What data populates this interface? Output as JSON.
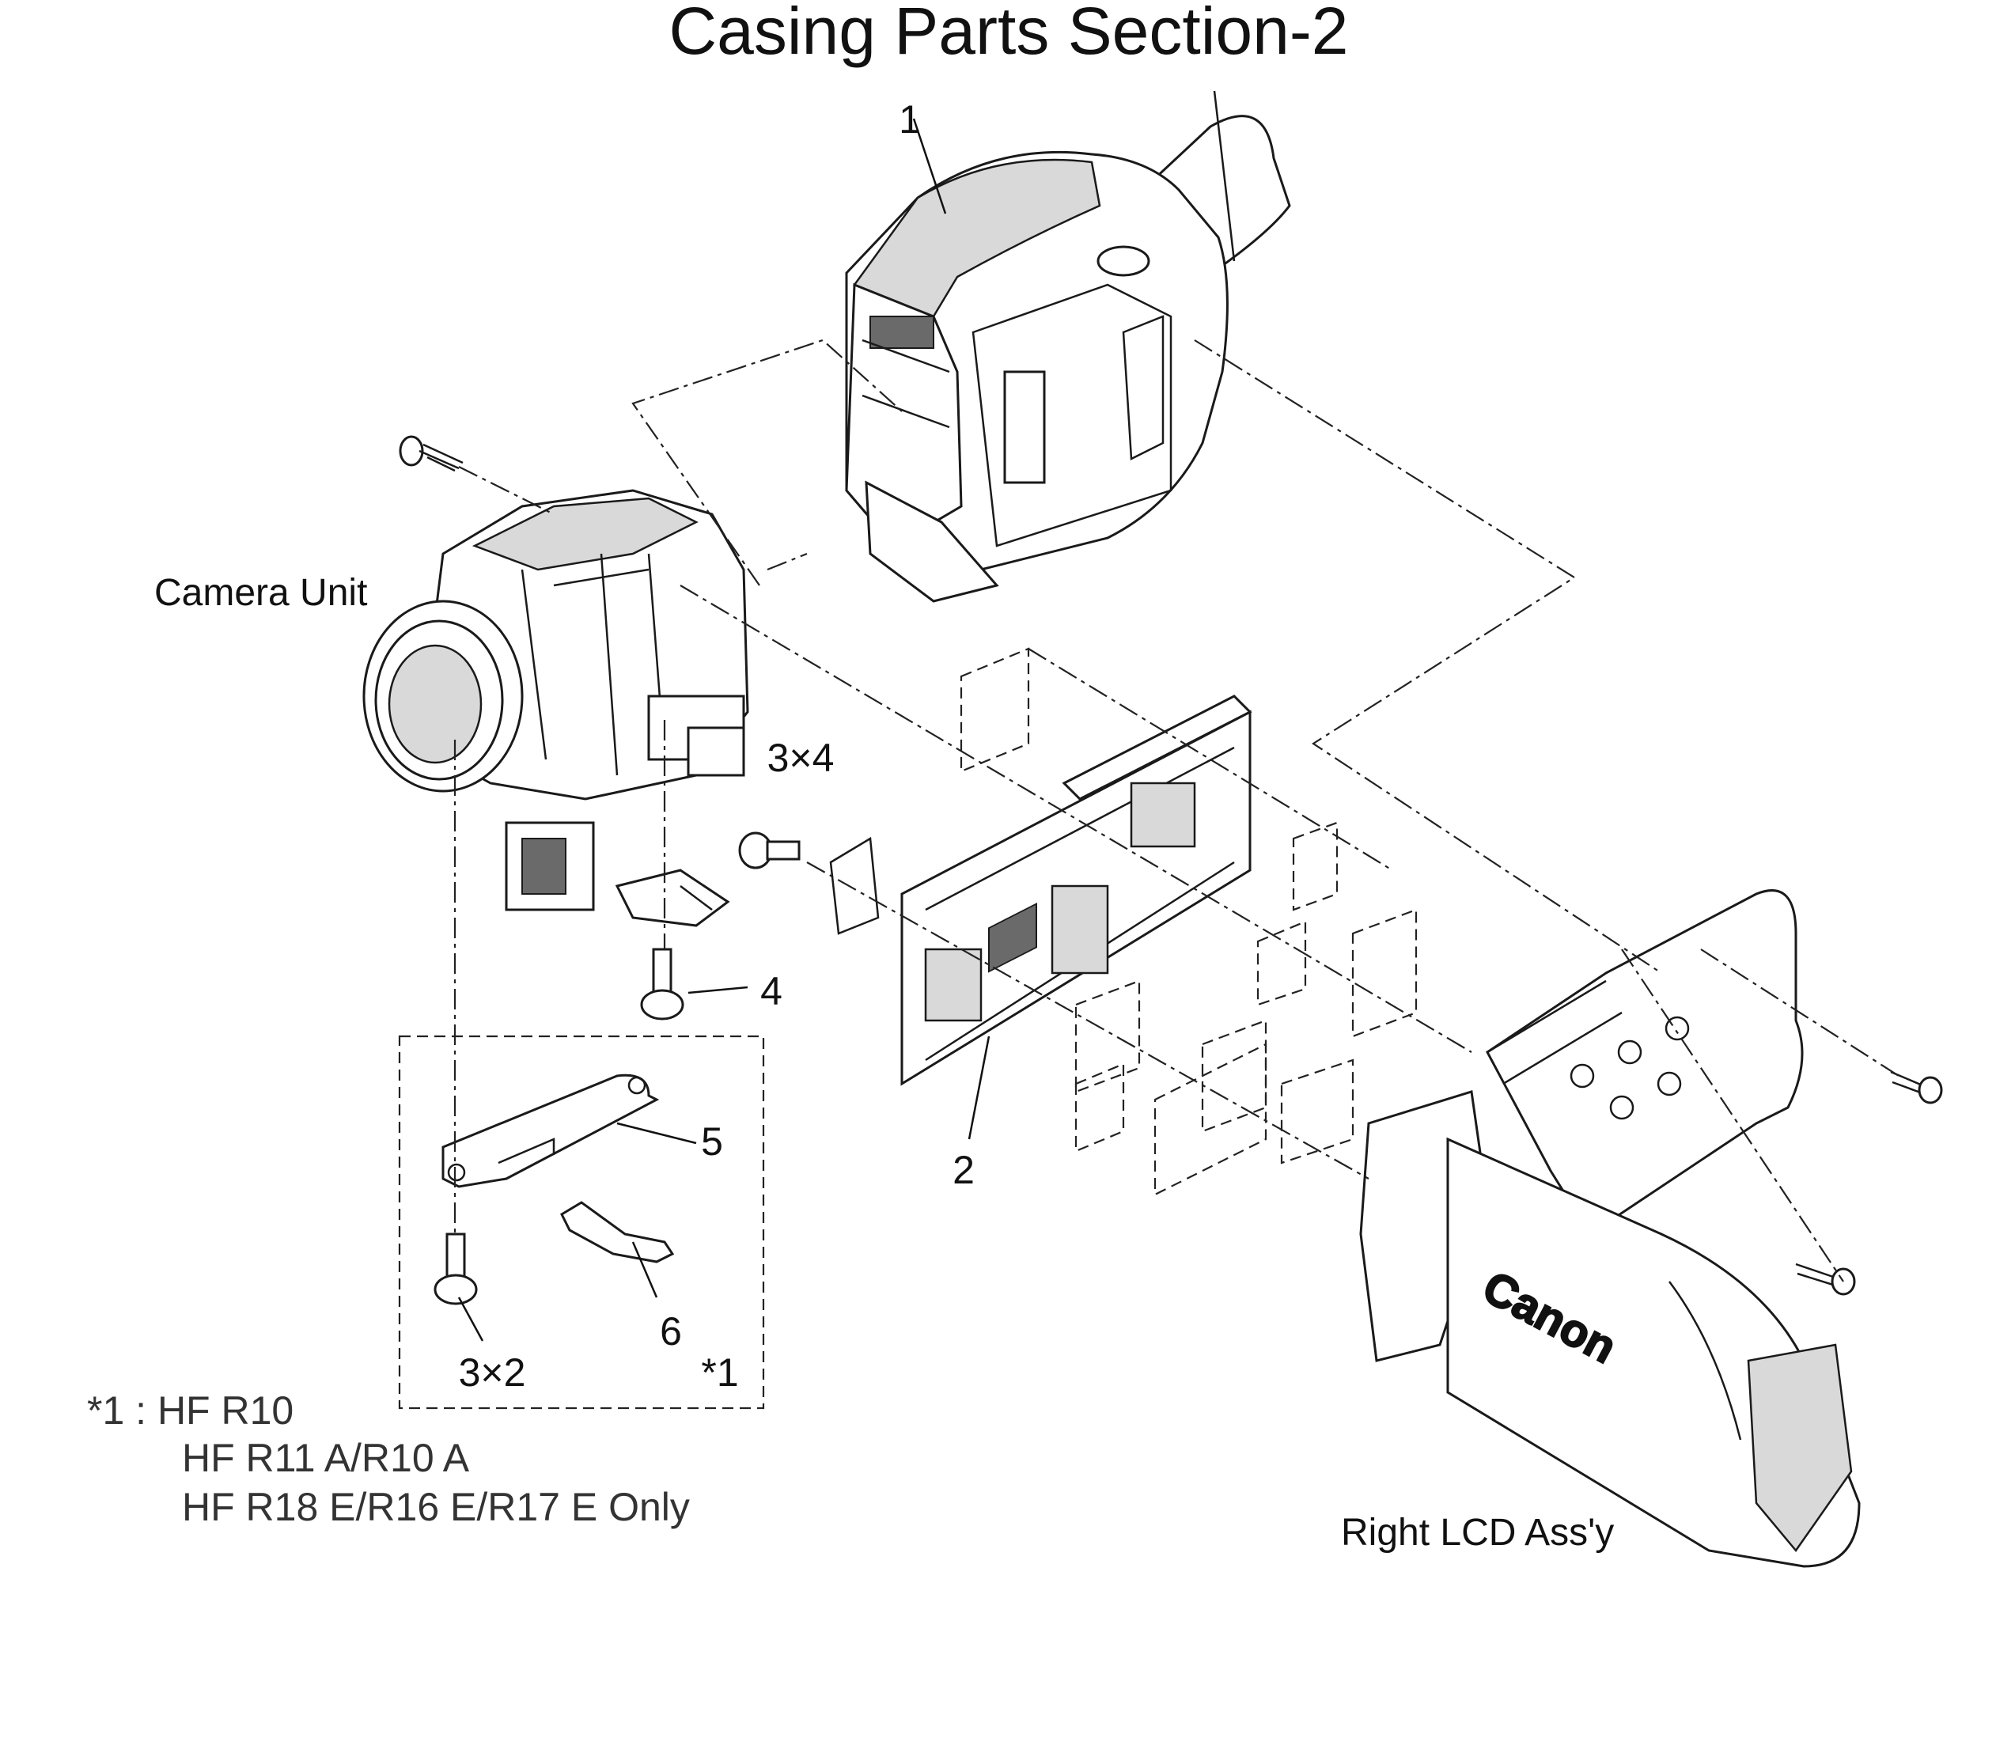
{
  "title": "Casing Parts Section-2",
  "callouts": {
    "c1": "1",
    "c2": "2",
    "c3x4": "3×4",
    "c4": "4",
    "c5": "5",
    "c6": "6",
    "c3x2": "3×2",
    "star1": "*1"
  },
  "labels": {
    "camera_unit": "Camera Unit",
    "right_lcd": "Right LCD Ass'y",
    "lcd_brand": "Canon"
  },
  "footnote": {
    "line1": "*1 : HF R10",
    "line2": "HF R11 A/R10 A",
    "line3": "HF R18 E/R16 E/R17 E Only"
  }
}
